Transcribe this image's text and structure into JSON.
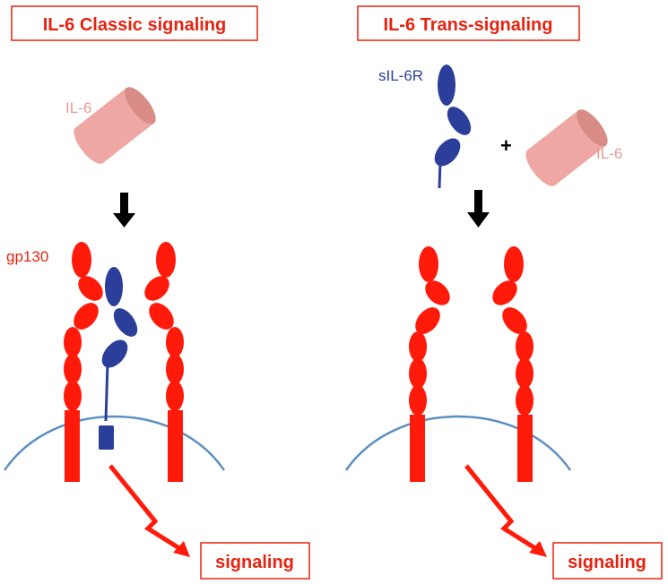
{
  "titles": {
    "classic": "IL-6 Classic signaling",
    "trans": "IL-6 Trans-signaling"
  },
  "labels": {
    "il6_left": "IL-6",
    "il6_right": "IL-6",
    "sil6r": "sIL-6R",
    "gp130": "gp130",
    "plus": "+",
    "signaling_left": "signaling",
    "signaling_right": "signaling"
  },
  "colors": {
    "title_red": "#e8220f",
    "receptor_red": "#ff1a0a",
    "il6r_blue": "#2b3f9a",
    "il6_pink": "#eea7a2",
    "il6_pink_dark": "#d98c86",
    "membrane_blue": "#5b8fc2",
    "arrow_black": "#000000",
    "sil6r_label": "#2b3f9a",
    "il6_label": "#e79b95"
  },
  "icons": {
    "down_arrow": "down-arrow-icon",
    "lightning": "lightning-arrow-icon"
  }
}
